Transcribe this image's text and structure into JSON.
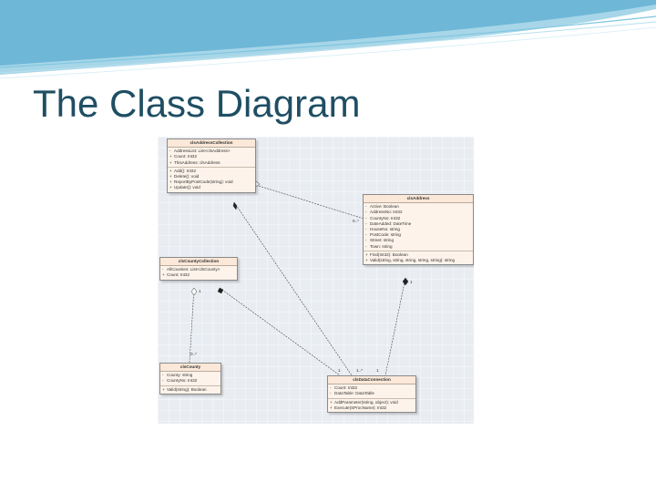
{
  "slide": {
    "title": "The Class Diagram"
  },
  "theme": {
    "title_color": "#1f4e63",
    "header_color": "#5fb5d6",
    "class_fill": "#fdf3ea"
  },
  "classes": [
    {
      "id": "address_collection",
      "name": "clsAddressCollection",
      "attributes": [
        {
          "vis": "-",
          "text": "AddressList: List<clsAddress>"
        },
        {
          "vis": "+",
          "text": "Count: Int32"
        },
        {
          "vis": "+",
          "text": "ThisAddress: clsAddress"
        }
      ],
      "operations": [
        {
          "vis": "+",
          "text": "Add(): Int32"
        },
        {
          "vis": "+",
          "text": "Delete(): void"
        },
        {
          "vis": "+",
          "text": "ReportByPostCode(string): void"
        },
        {
          "vis": "+",
          "text": "Update(): void"
        }
      ]
    },
    {
      "id": "address",
      "name": "clsAddress",
      "attributes": [
        {
          "vis": "-",
          "text": "Active: Boolean"
        },
        {
          "vis": "-",
          "text": "AddressNo: Int32"
        },
        {
          "vis": "-",
          "text": "CountyNo: Int32"
        },
        {
          "vis": "-",
          "text": "DateAdded: DateTime"
        },
        {
          "vis": "-",
          "text": "HouseNo: string"
        },
        {
          "vis": "-",
          "text": "PostCode: string"
        },
        {
          "vis": "-",
          "text": "Street: string"
        },
        {
          "vis": "-",
          "text": "Town: string"
        }
      ],
      "operations": [
        {
          "vis": "+",
          "text": "Find(Int32): Boolean"
        },
        {
          "vis": "+",
          "text": "Valid(string, string, string, string, string): string"
        }
      ]
    },
    {
      "id": "county_collection",
      "name": "clsCountyCollection",
      "attributes": [
        {
          "vis": "-",
          "text": "AllCounties: List<clsCounty>"
        },
        {
          "vis": "+",
          "text": "Count: Int32"
        }
      ],
      "operations": []
    },
    {
      "id": "county",
      "name": "clsCounty",
      "attributes": [
        {
          "vis": "-",
          "text": "County: string"
        },
        {
          "vis": "-",
          "text": "CountyNo: Int32"
        }
      ],
      "operations": [
        {
          "vis": "+",
          "text": "Valid(string): Boolean"
        }
      ]
    },
    {
      "id": "data_connection",
      "name": "clsDataConnection",
      "attributes": [
        {
          "vis": "-",
          "text": "Count: Int32"
        },
        {
          "vis": "-",
          "text": "DataTable: DataTable"
        }
      ],
      "operations": [
        {
          "vis": "+",
          "text": "AddParameter(string, object): void"
        },
        {
          "vis": "+",
          "text": "Execute(SProcName): Int32"
        }
      ]
    }
  ],
  "multiplicities": {
    "m_addr_many": "0..*",
    "m_addr_one": "1",
    "m_coll_one": "1",
    "m_county_many": "0..*",
    "m_dc_a": "1",
    "m_dc_b": "1..*",
    "m_dc_c": "1"
  }
}
